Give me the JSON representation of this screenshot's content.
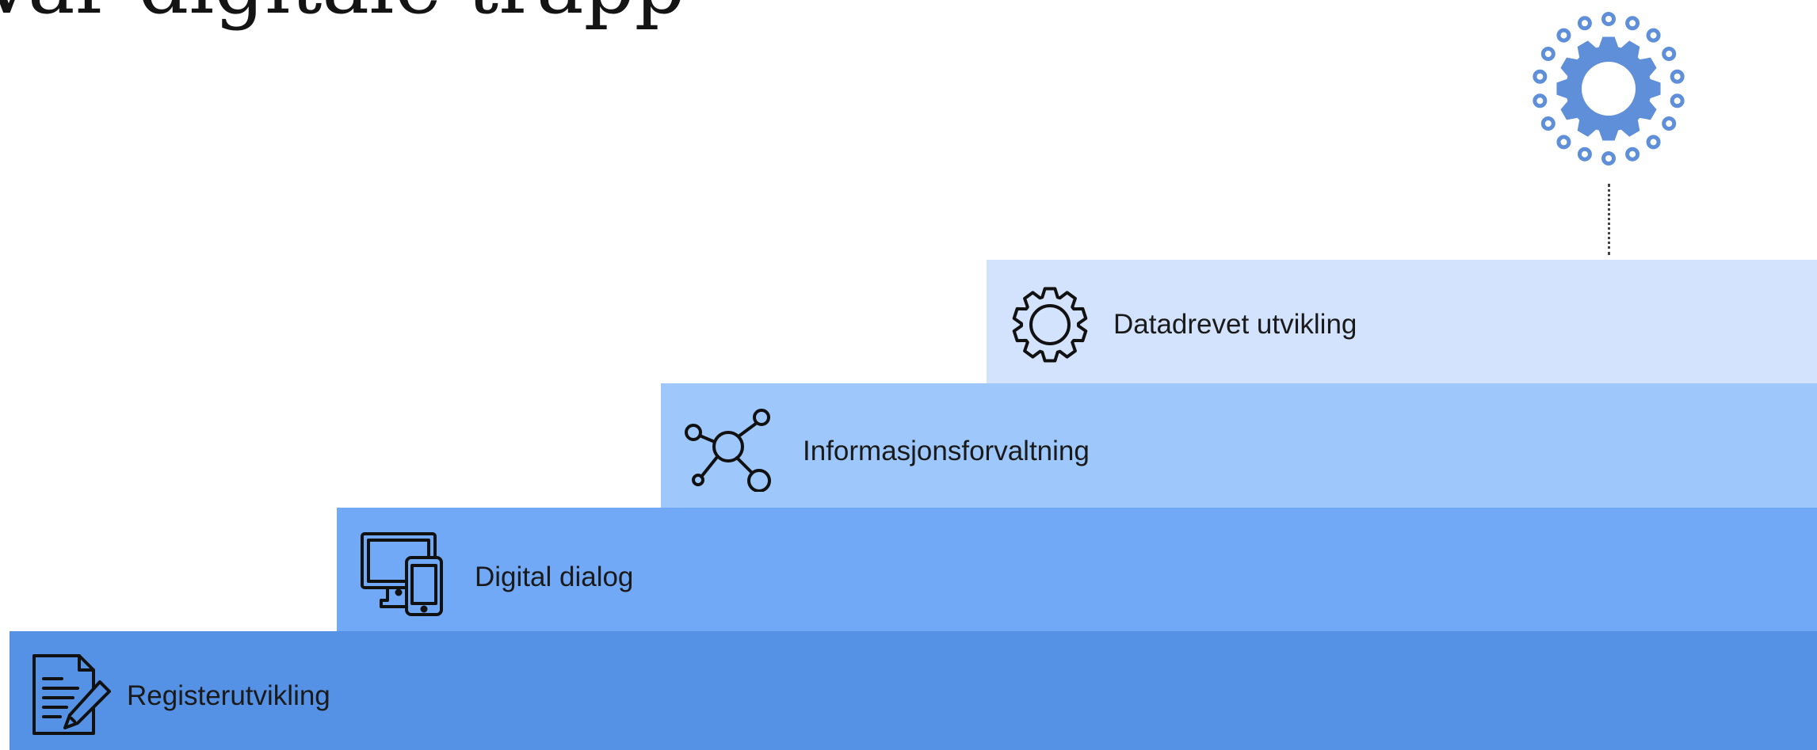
{
  "title": "Vår digitale trapp",
  "steps": [
    {
      "label": "Registerutvikling",
      "icon": "document-edit-icon",
      "color": "#5592e6"
    },
    {
      "label": "Digital dialog",
      "icon": "devices-icon",
      "color": "#72a9f7"
    },
    {
      "label": "Informasjonsforvaltning",
      "icon": "network-nodes-icon",
      "color": "#9ec7fb"
    },
    {
      "label": "Datadrevet utvikling",
      "icon": "gear-icon",
      "color": "#d3e3fd"
    }
  ],
  "top_icon": {
    "icon": "data-gear-icon",
    "color": "#5f8fd8"
  }
}
